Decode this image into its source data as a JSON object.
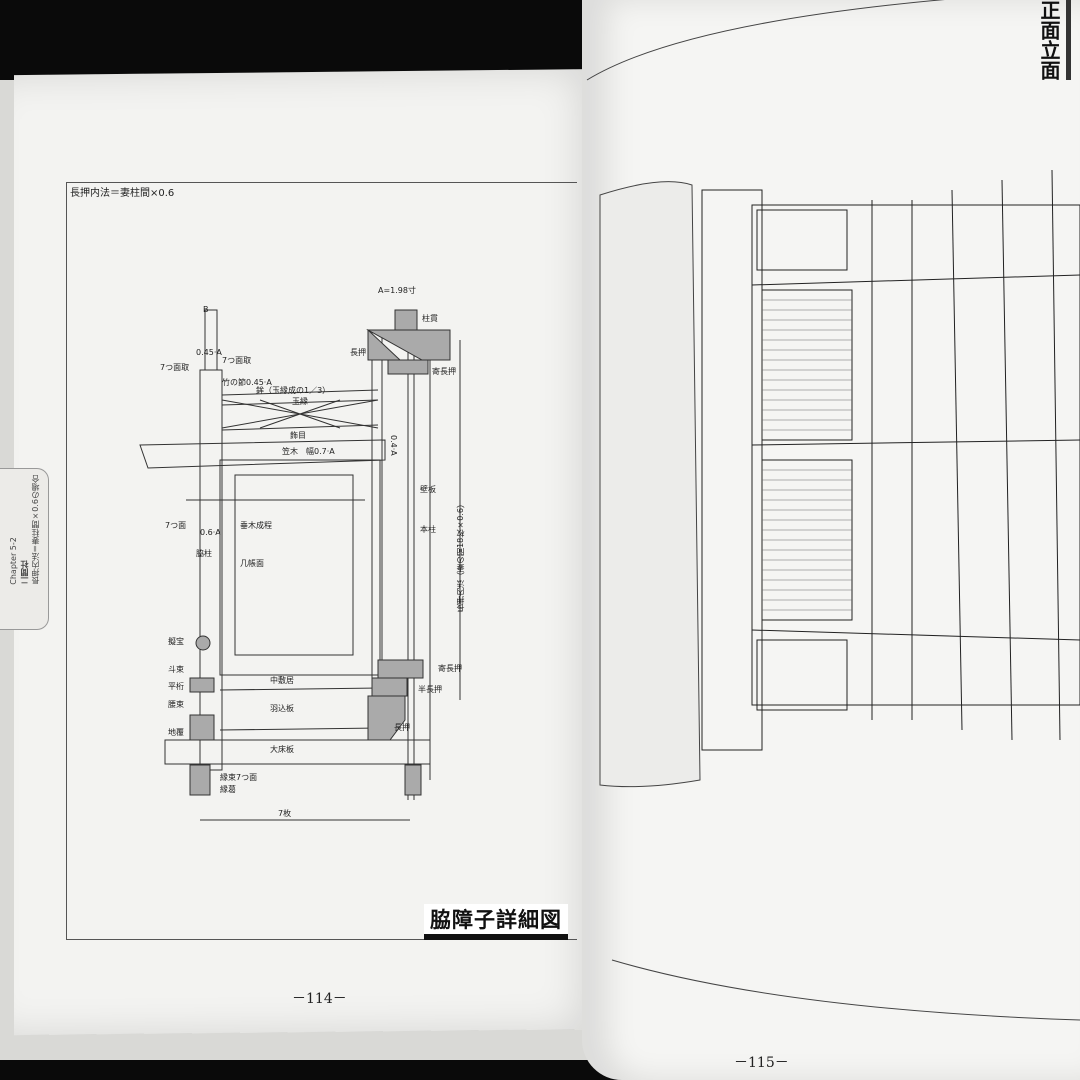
{
  "left_page": {
    "side_tab": {
      "chapter": "Chapter 5-2",
      "section": "二間社",
      "note": "長押内法＝妻柱間×0.6の場合"
    },
    "formula": "長押内法＝妻柱間×0.6",
    "drawing_labels": {
      "a_dim": "A=1.98寸",
      "hashira_nuki": "柱貫",
      "nageshi_top": "長押",
      "yose_nageshi_top": "寄長押",
      "b": "B",
      "w045a": "0.45·A",
      "nanatsu_men_l": "7つ面取",
      "nanatsu_men_r": "7つ面取",
      "take_fushi": "竹の節0.45·A",
      "hoko": "鉾（玉縁成の1／3）",
      "tamabuchi": "玉縁",
      "ryume": "飾目",
      "kasagi": "笠木　幅0.7·A",
      "dim04a": "0.4·A",
      "nanatsu_men": "7つ面",
      "w06a": "0.6·A",
      "tarukimeate": "垂木成程",
      "wakibashira": "脇柱",
      "kamachi": "几帳面",
      "kabeita": "壁板",
      "honbashira": "本柱",
      "nageshi_uchinori": "長押内法（妻の間18枚×0.6）",
      "giboshi": "擬宝",
      "masugumi": "斗束",
      "hirageta": "平桁",
      "koshizuka": "腰束",
      "jifuku": "地覆",
      "chushikii": "中敷居",
      "hamekomi": "羽込板",
      "yose_nageshi": "寄長押",
      "han_nageshi": "半長押",
      "nageshi": "長押",
      "oyukaita": "大床板",
      "engeta_nanatsu": "縁束7つ面",
      "engeta": "縁葛",
      "dim7": "7枚"
    },
    "title": "脇障子詳細図",
    "page_number": "－114－"
  },
  "right_page": {
    "title": "正面立面",
    "page_number": "－115－"
  }
}
